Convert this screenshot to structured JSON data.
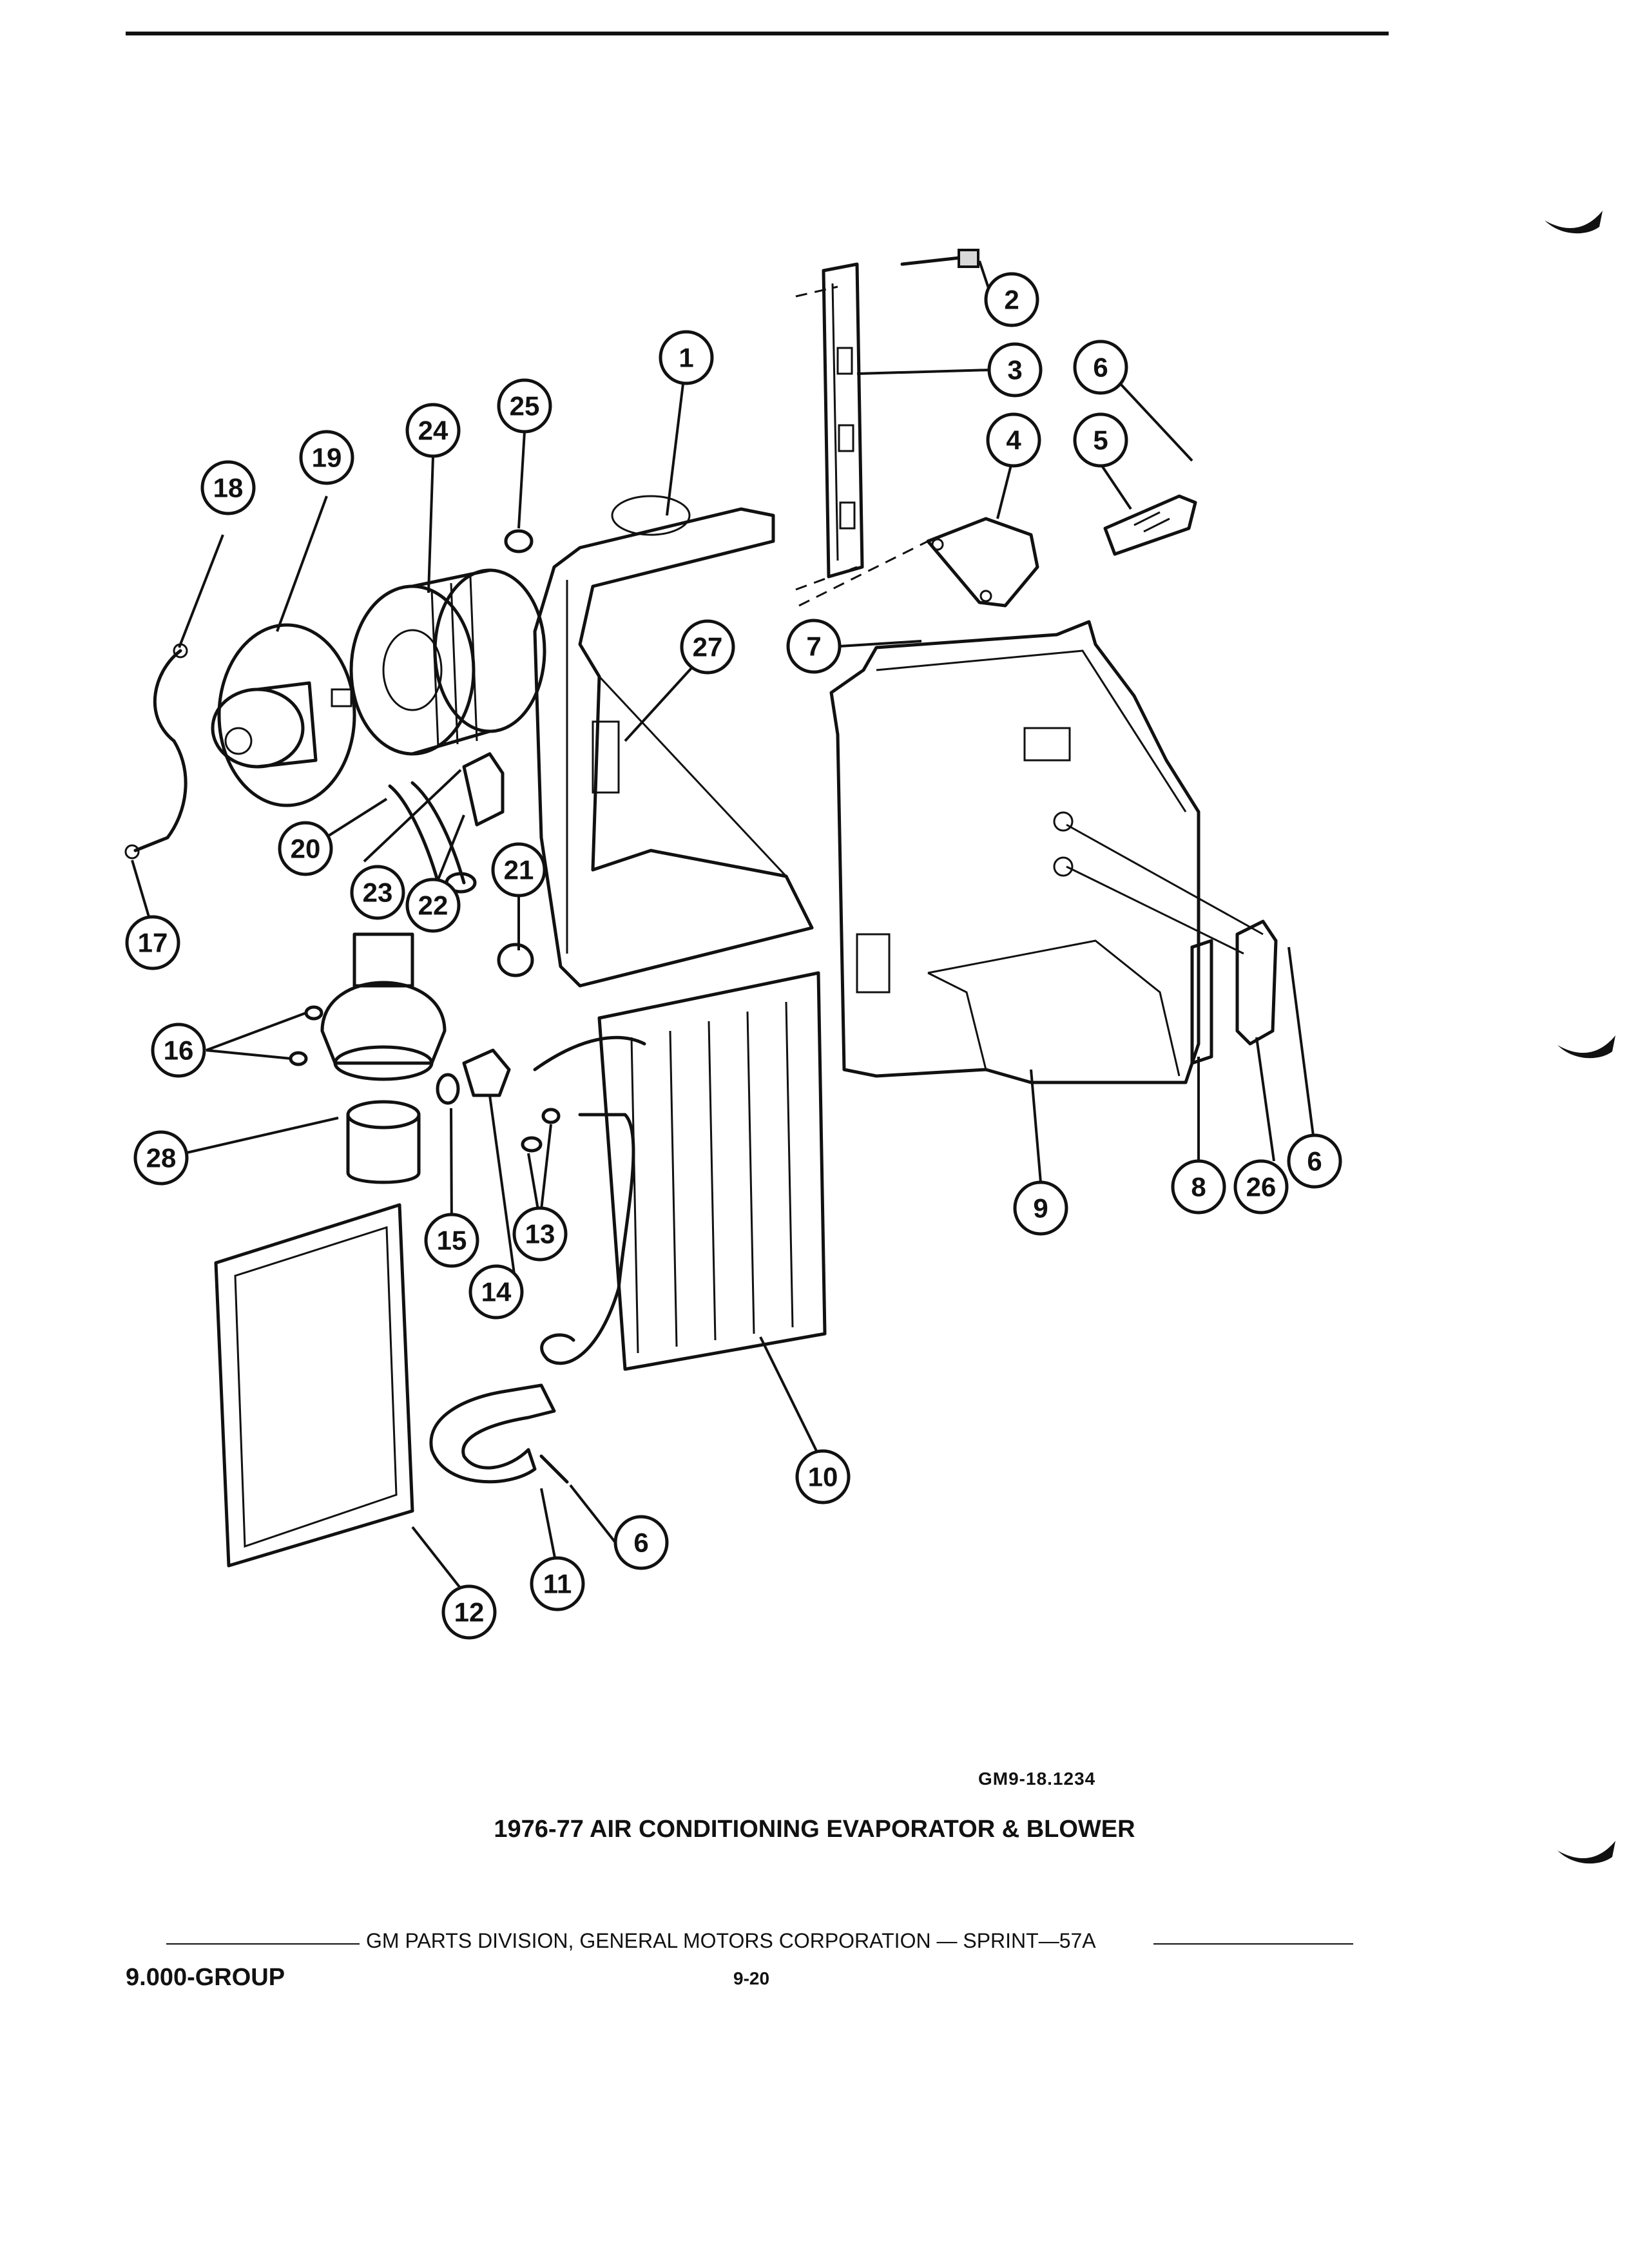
{
  "diagram": {
    "callouts": [
      "1",
      "2",
      "3",
      "4",
      "5",
      "6",
      "6",
      "6",
      "6",
      "7",
      "8",
      "9",
      "10",
      "11",
      "12",
      "13",
      "14",
      "15",
      "16",
      "17",
      "18",
      "19",
      "20",
      "21",
      "22",
      "23",
      "24",
      "25",
      "26",
      "27",
      "28"
    ]
  },
  "figure_ref": "GM9-18.1234",
  "caption": "1976-77 AIR CONDITIONING EVAPORATOR & BLOWER",
  "footer": {
    "publisher": "GM PARTS DIVISION, GENERAL MOTORS CORPORATION — SPRINT—57A",
    "group": "9.000-GROUP",
    "page": "9-20"
  }
}
